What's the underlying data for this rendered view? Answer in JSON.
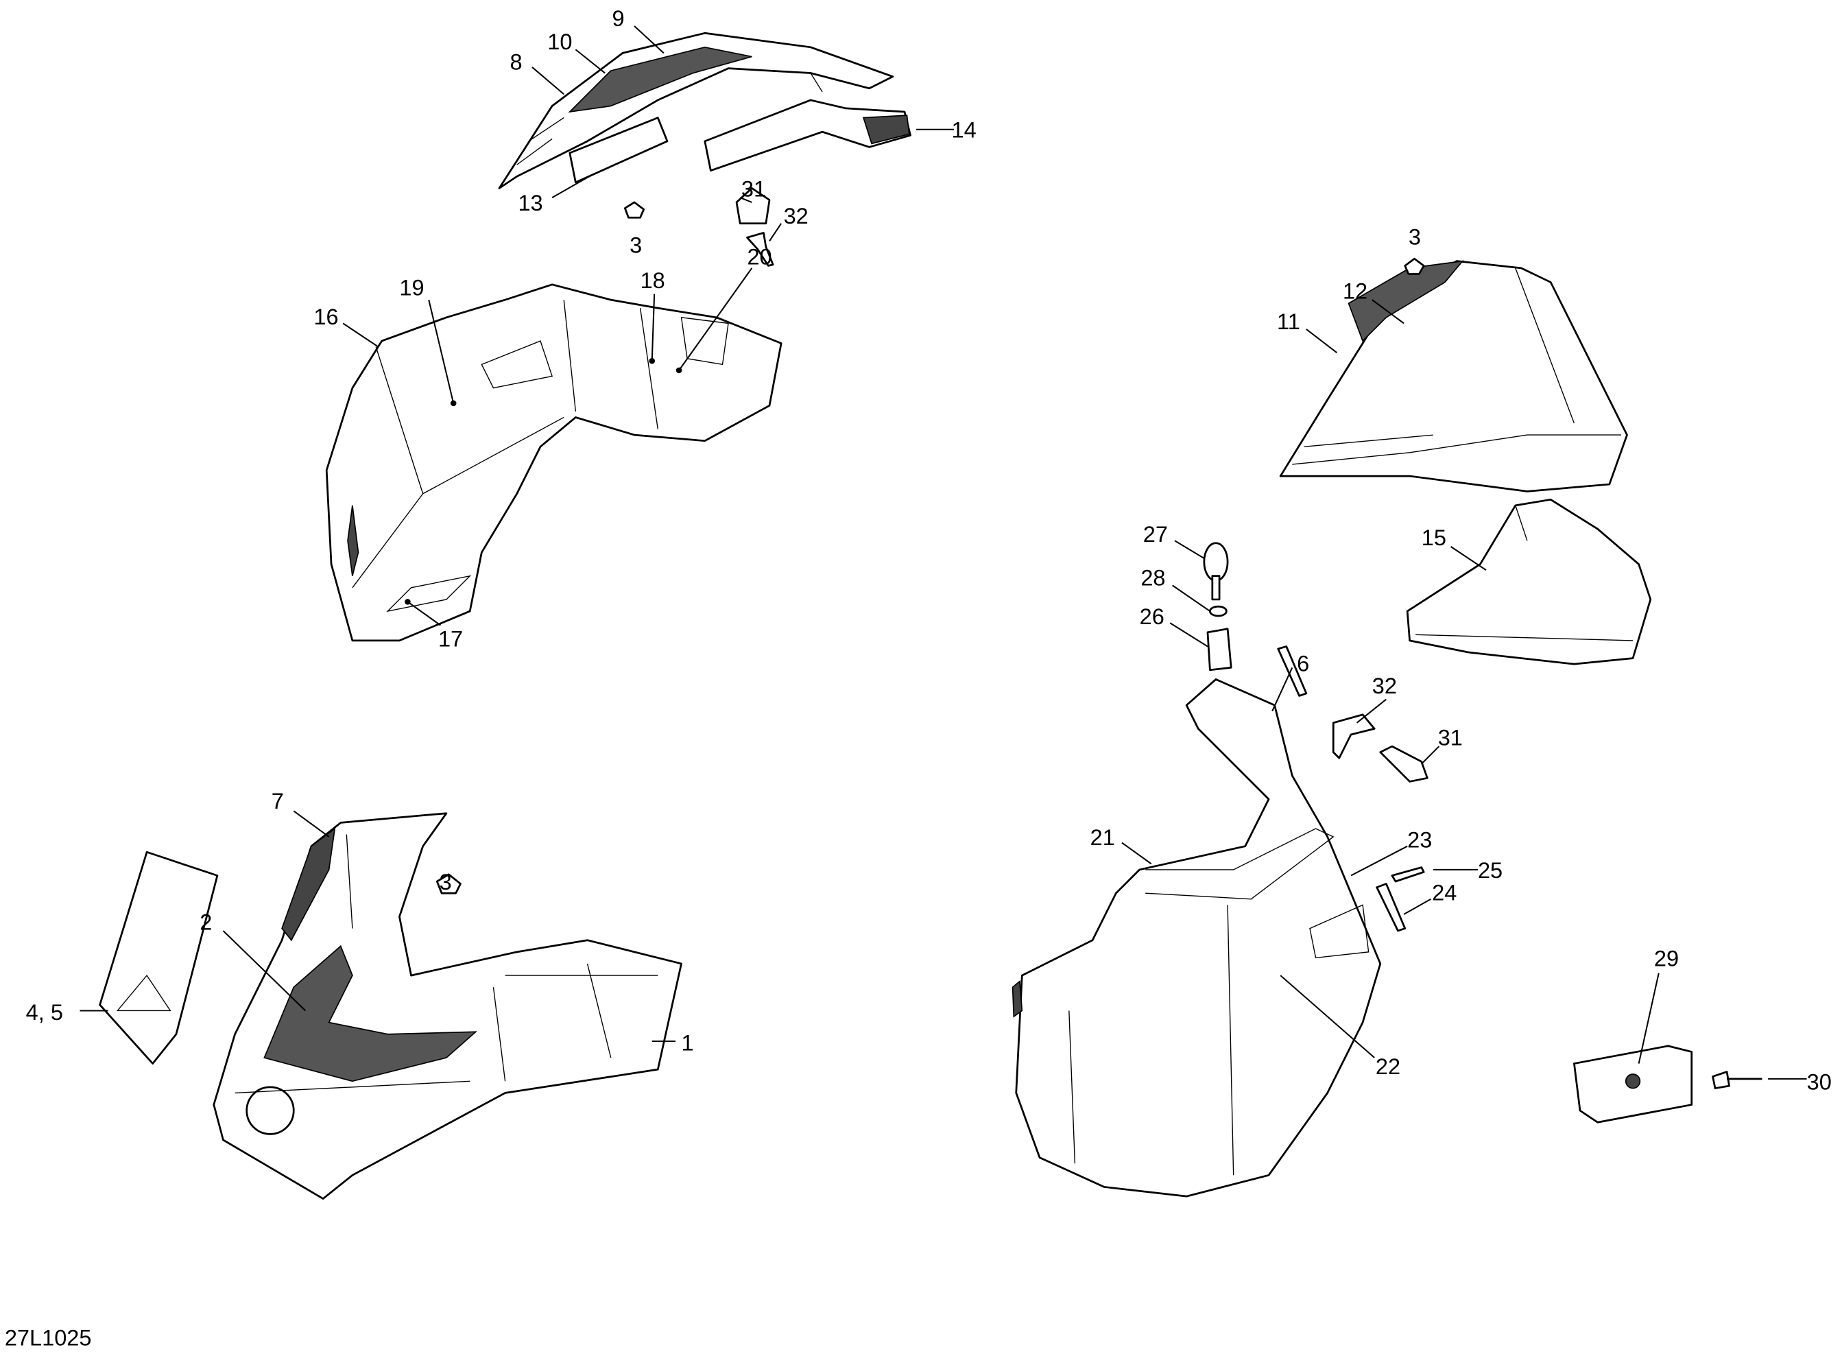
{
  "diagram_id": "27L1025",
  "callouts": [
    "1",
    "2",
    "3",
    "3",
    "3",
    "4, 5",
    "6",
    "7",
    "8",
    "9",
    "10",
    "11",
    "12",
    "13",
    "14",
    "15",
    "16",
    "17",
    "18",
    "19",
    "20",
    "21",
    "22",
    "23",
    "24",
    "25",
    "26",
    "27",
    "28",
    "29",
    "30",
    "31",
    "31",
    "32",
    "32"
  ]
}
